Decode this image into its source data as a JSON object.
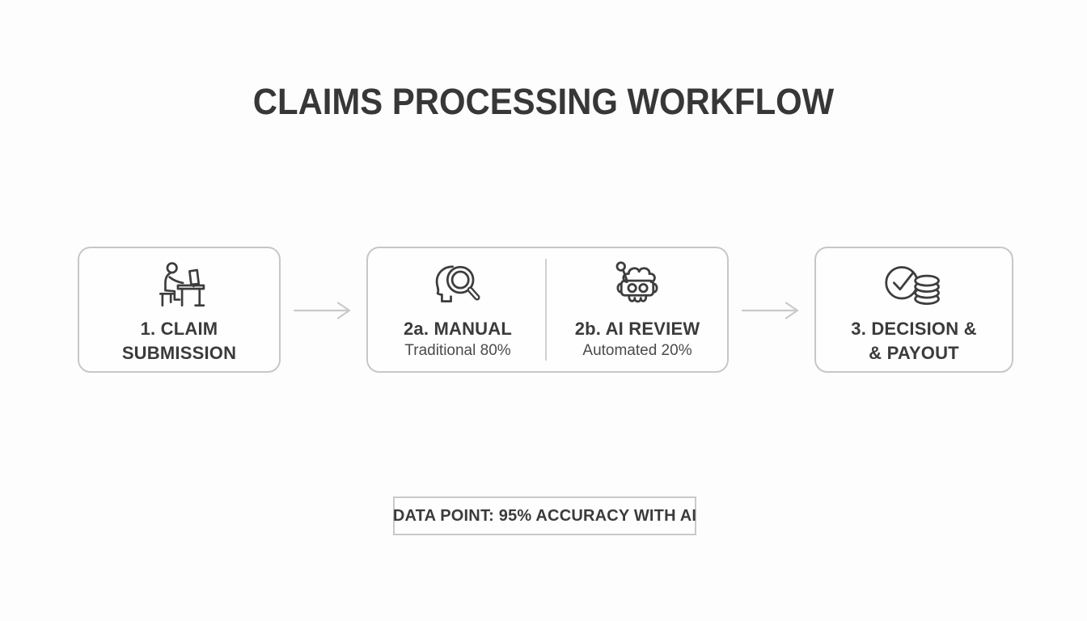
{
  "title": "CLAIMS PROCESSING WORKFLOW",
  "steps": {
    "claim_submission": {
      "label_line1": "1. CLAIM",
      "label_line2": "SUBMISSION",
      "icon": "person-at-desk-icon"
    },
    "manual_review": {
      "label": "2a. MANUAL",
      "sublabel": "Traditional 80%",
      "icon": "head-magnifier-icon"
    },
    "ai_review": {
      "label": "2b. AI REVIEW",
      "sublabel": "Automated 20%",
      "icon": "robot-icon"
    },
    "decision_payout": {
      "label_line1": "3. DECISION &",
      "label_line2": "& PAYOUT",
      "icon": "check-coins-icon"
    }
  },
  "data_point": {
    "label": "DATA POINT: 95% ACCURACY WITH AI"
  },
  "colors": {
    "background": "#fdfdfd",
    "box_border": "#c7c7c7",
    "divider": "#cfcfcf",
    "arrow": "#c9c9c9",
    "text_dark": "#3b3b3b",
    "text_sub": "#4b4b4b",
    "icon_stroke": "#3d3d3d"
  }
}
